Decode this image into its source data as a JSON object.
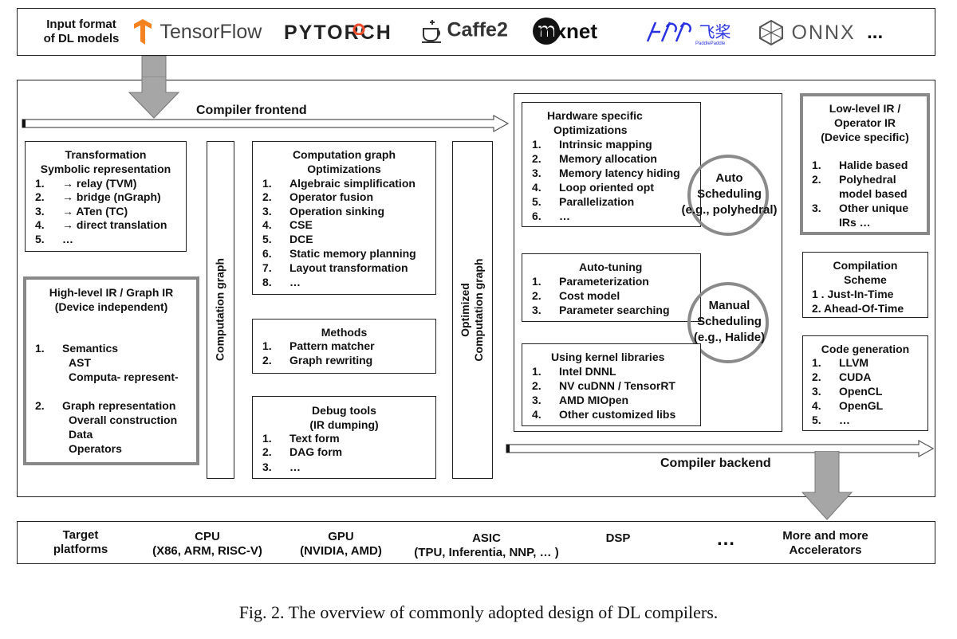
{
  "input_formats": {
    "label_line1": "Input format",
    "label_line2": "of DL models",
    "frameworks": [
      "TensorFlow",
      "PYTORCH",
      "Caffe2",
      "mxnet",
      "飞桨",
      "PaddlePaddle",
      "ONNX",
      "..."
    ]
  },
  "frontend": {
    "title": "Compiler frontend",
    "transformation": {
      "title1": "Transformation",
      "title2": "Symbolic representation",
      "items": [
        "→ relay (TVM)",
        "→ bridge (nGraph)",
        "→ ATen (TC)",
        "→ direct translation",
        "…"
      ]
    },
    "high_level_ir": {
      "title1": "High-level IR / Graph IR",
      "title2": "(Device independent)",
      "s1": "Semantics",
      "s1_sub": [
        "AST",
        "Computa-  represent-"
      ],
      "s2": "Graph representation",
      "s2_sub": [
        "Overall construction",
        "Data",
        "Operators"
      ]
    },
    "computation_graph_label": "Computation graph",
    "graph_optimizations": {
      "title1": "Computation graph",
      "title2": "Optimizations",
      "items": [
        "Algebraic simplification",
        "Operator fusion",
        "Operation sinking",
        "CSE",
        "DCE",
        "Static memory planning",
        "Layout transformation",
        "…"
      ]
    },
    "methods": {
      "title": "Methods",
      "items": [
        "Pattern matcher",
        "Graph rewriting"
      ]
    },
    "debug_tools": {
      "title1": "Debug tools",
      "title2": "(IR dumping)",
      "items": [
        "Text form",
        "DAG form",
        "…"
      ]
    },
    "optimized_graph_label1": "Optimized",
    "optimized_graph_label2": "Computation graph"
  },
  "backend": {
    "title": "Compiler backend",
    "hw_opt": {
      "title1": "Hardware specific",
      "title2": "Optimizations",
      "items": [
        "Intrinsic mapping",
        "Memory allocation",
        "Memory latency hiding",
        "Loop oriented opt",
        "Parallelization",
        "…"
      ]
    },
    "auto_sched": {
      "l1": "Auto",
      "l2": "Scheduling",
      "l3": "(e.g., polyhedral)"
    },
    "auto_tuning": {
      "title": "Auto-tuning",
      "items": [
        "Parameterization",
        "Cost model",
        "Parameter searching"
      ]
    },
    "manual_sched": {
      "l1": "Manual",
      "l2": "Scheduling",
      "l3": "(e.g., Halide)"
    },
    "kernel_libs": {
      "title": "Using kernel libraries",
      "items": [
        "Intel DNNL",
        "NV cuDNN  / TensorRT",
        "AMD MIOpen",
        "Other customized libs"
      ]
    },
    "low_level_ir": {
      "title1": "Low-level IR /",
      "title2": "Operator IR",
      "title3": "(Device specific)",
      "items": [
        "Halide based",
        "Polyhedral",
        "model based",
        "Other unique",
        "IRs …"
      ]
    },
    "compilation_scheme": {
      "title1": "Compilation",
      "title2": "Scheme",
      "items": [
        "1 . Just-In-Time",
        "2. Ahead-Of-Time"
      ]
    },
    "code_gen": {
      "title": "Code generation",
      "items": [
        "LLVM",
        "CUDA",
        "OpenCL",
        "OpenGL",
        "…"
      ]
    }
  },
  "targets": {
    "label1": "Target",
    "label2": "platforms",
    "cpu1": "CPU",
    "cpu2": "(X86, ARM, RISC-V)",
    "gpu1": "GPU",
    "gpu2": "(NVIDIA, AMD)",
    "asic1": "ASIC",
    "asic2": "(TPU, Inferentia, NNP, … )",
    "dsp": "DSP",
    "dots": "…",
    "more1": "More and more",
    "more2": "Accelerators"
  },
  "caption": "Fig. 2.  The overview of commonly adopted design of DL compilers.",
  "colors": {
    "tensorflow": "#f58220",
    "pytorch_flame": "#ee4c2c",
    "mxnet_bg": "#111111",
    "paddle": "#2932e1",
    "gray_arrow": "#a6a6a6"
  }
}
